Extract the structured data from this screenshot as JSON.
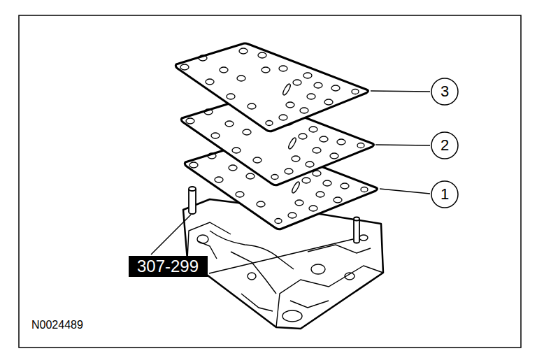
{
  "diagram": {
    "nodes": [
      {
        "text": [
          "3"
        ]
      },
      {
        "text": [
          "2"
        ]
      },
      {
        "text": [
          "1"
        ]
      },
      {
        "text": [
          "307-299"
        ]
      }
    ],
    "labels": [
      "N0024489"
    ]
  }
}
